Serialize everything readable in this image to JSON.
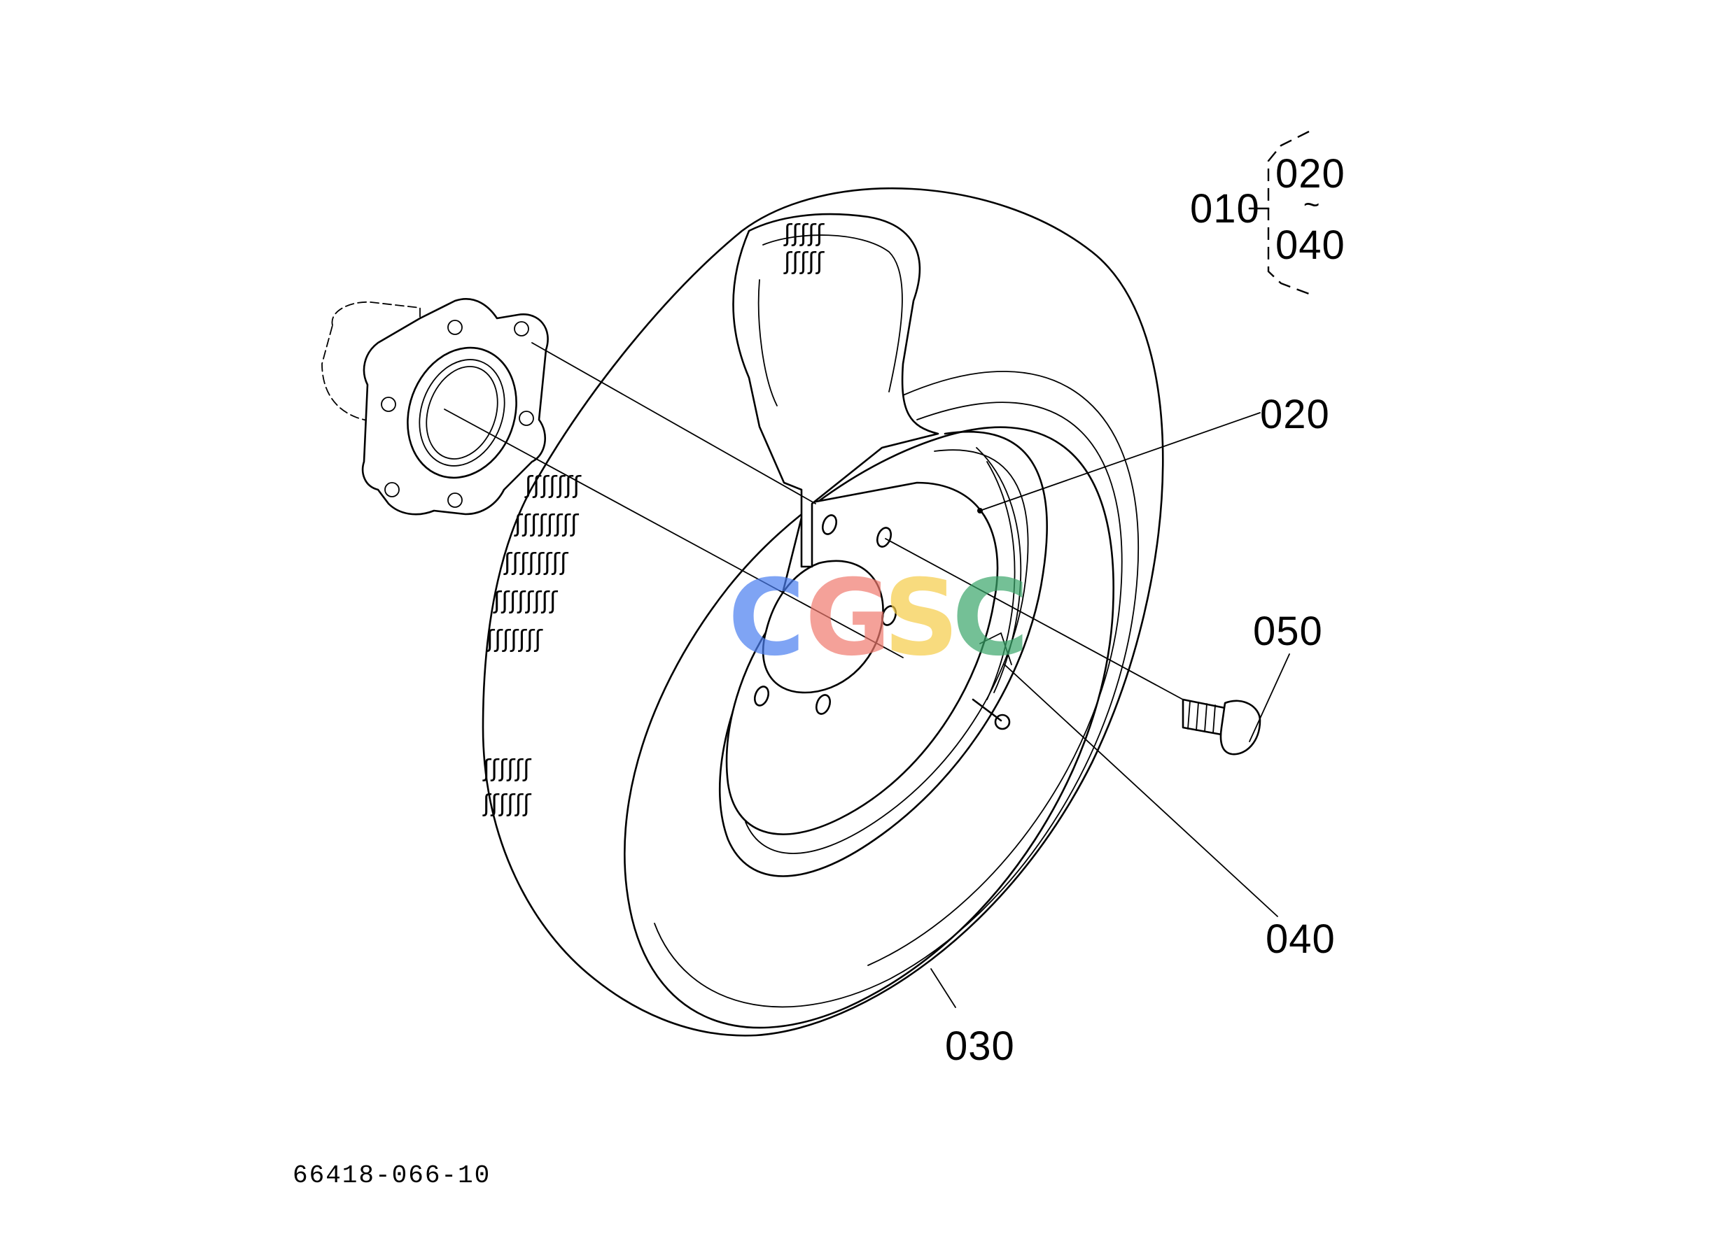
{
  "drawing": {
    "part_number": "66418-066-10",
    "callouts": {
      "assembly": "010",
      "range_start": "020",
      "range_tilde": "~",
      "range_end": "040",
      "rim": "020",
      "tire": "030",
      "valve": "040",
      "bolt": "050"
    },
    "watermark": {
      "text": "CGSC",
      "colors": [
        "#4a7ef0",
        "#f07a6e",
        "#f6cc48",
        "#3aa66a"
      ]
    }
  }
}
